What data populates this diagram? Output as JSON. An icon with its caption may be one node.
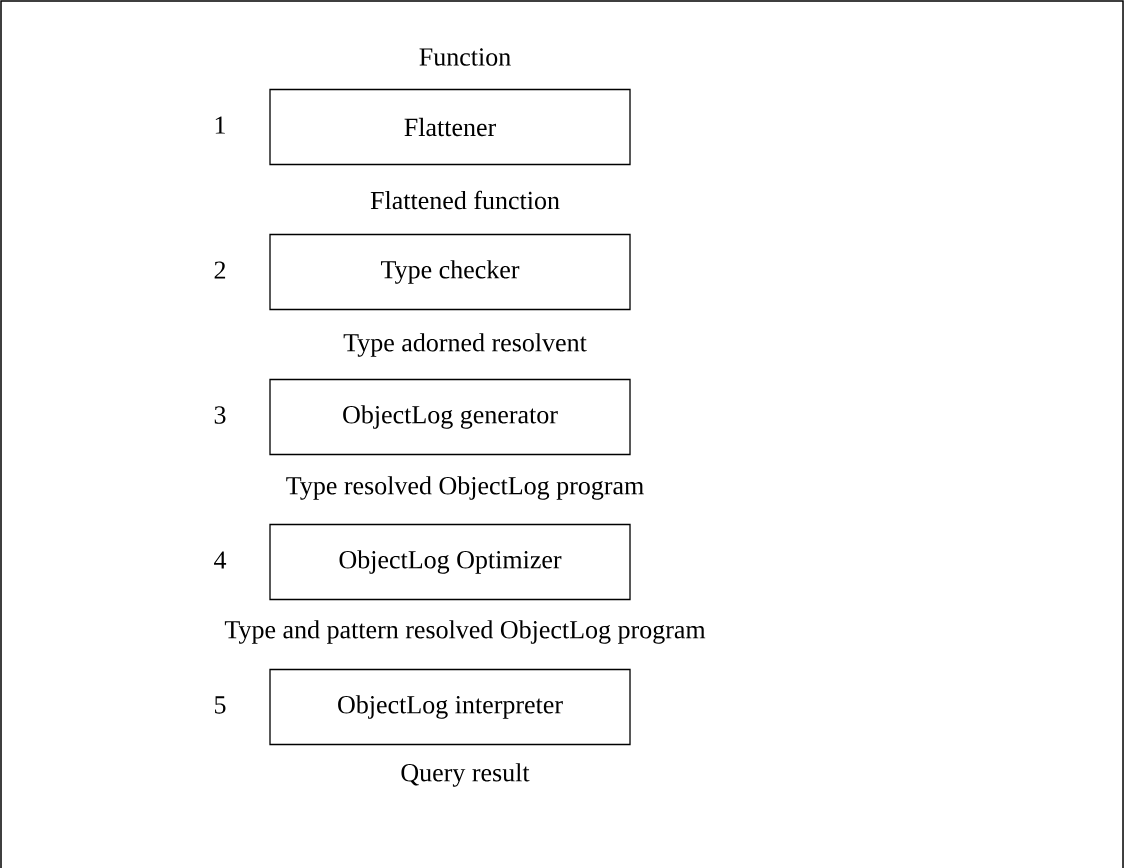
{
  "diagram": {
    "nodes": [
      {
        "text": [
          "Flattener"
        ],
        "beside": [
          "1"
        ]
      },
      {
        "text": [
          "Type checker"
        ],
        "beside": [
          "2"
        ]
      },
      {
        "text": [
          "ObjectLog generator"
        ],
        "beside": [
          "3"
        ]
      },
      {
        "text": [
          "ObjectLog Optimizer"
        ],
        "beside": [
          "4"
        ]
      },
      {
        "text": [
          "ObjectLog interpreter"
        ],
        "beside": [
          "5"
        ]
      }
    ],
    "labels": [
      "Function",
      "Flattened function",
      "Type adorned resolvent",
      "Type resolved ObjectLog program",
      "Type and pattern resolved ObjectLog program",
      "Query result"
    ]
  }
}
